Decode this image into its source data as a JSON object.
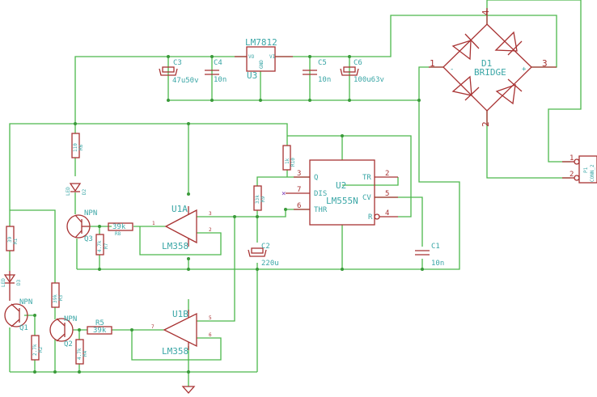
{
  "components": {
    "U3": {
      "ref": "U3",
      "value": "LM7812",
      "pins": {
        "vo": "VO",
        "vi": "VI",
        "gnd": "GND"
      }
    },
    "C3": {
      "ref": "C3",
      "value": "47u50v"
    },
    "C4": {
      "ref": "C4",
      "value": "10n"
    },
    "C5": {
      "ref": "C5",
      "value": "10n"
    },
    "C6": {
      "ref": "C6",
      "value": "100u63v"
    },
    "D1": {
      "ref": "D1",
      "value": "BRIDGE",
      "minus": "-",
      "plus": "+",
      "pins": [
        "1",
        "2",
        "3",
        "4"
      ]
    },
    "P1": {
      "ref": "P1",
      "value": "CONN_2",
      "pins": [
        "1",
        "2"
      ]
    },
    "U2": {
      "ref": "U2",
      "value": "LM555N",
      "pins": {
        "q": "Q",
        "dis": "DIS",
        "thr": "THR",
        "tr": "TR",
        "cv": "CV",
        "r": "R"
      },
      "pin_numbers": {
        "q": "3",
        "dis": "7",
        "thr": "6",
        "tr": "2",
        "cv": "5",
        "r": "4"
      }
    },
    "R10": {
      "ref": "R10",
      "value": "1k"
    },
    "R9": {
      "ref": "R9",
      "value": "33k"
    },
    "C2": {
      "ref": "C2",
      "value": "220u"
    },
    "C1": {
      "ref": "C1",
      "value": "10n"
    },
    "R6": {
      "ref": "R6",
      "value": "110"
    },
    "D2": {
      "ref": "D2",
      "value": "LED"
    },
    "Q3": {
      "ref": "Q3",
      "value": "NPN"
    },
    "R8": {
      "ref": "R8",
      "value": "39k"
    },
    "R7": {
      "ref": "R7",
      "value": "4.7k"
    },
    "U1A": {
      "ref": "U1A",
      "value": "LM358",
      "pins": [
        "1",
        "2",
        "3"
      ]
    },
    "R1": {
      "ref": "R1",
      "value": "39"
    },
    "D3": {
      "ref": "D3",
      "value": "LED"
    },
    "Q1": {
      "ref": "Q1",
      "value": "NPN"
    },
    "R2": {
      "ref": "R2",
      "value": "2.7k"
    },
    "R3": {
      "ref": "R3",
      "value": "39k"
    },
    "Q2": {
      "ref": "Q2",
      "value": "NPN"
    },
    "R5": {
      "ref": "R5",
      "value": "39k"
    },
    "R4": {
      "ref": "R4",
      "value": "4.7k"
    },
    "U1B": {
      "ref": "U1B",
      "value": "LM358",
      "pins": [
        "5",
        "6",
        "7"
      ]
    }
  },
  "colors": {
    "wire": "#4cb84c",
    "component": "#a83232",
    "label": "#3aa6a6"
  }
}
